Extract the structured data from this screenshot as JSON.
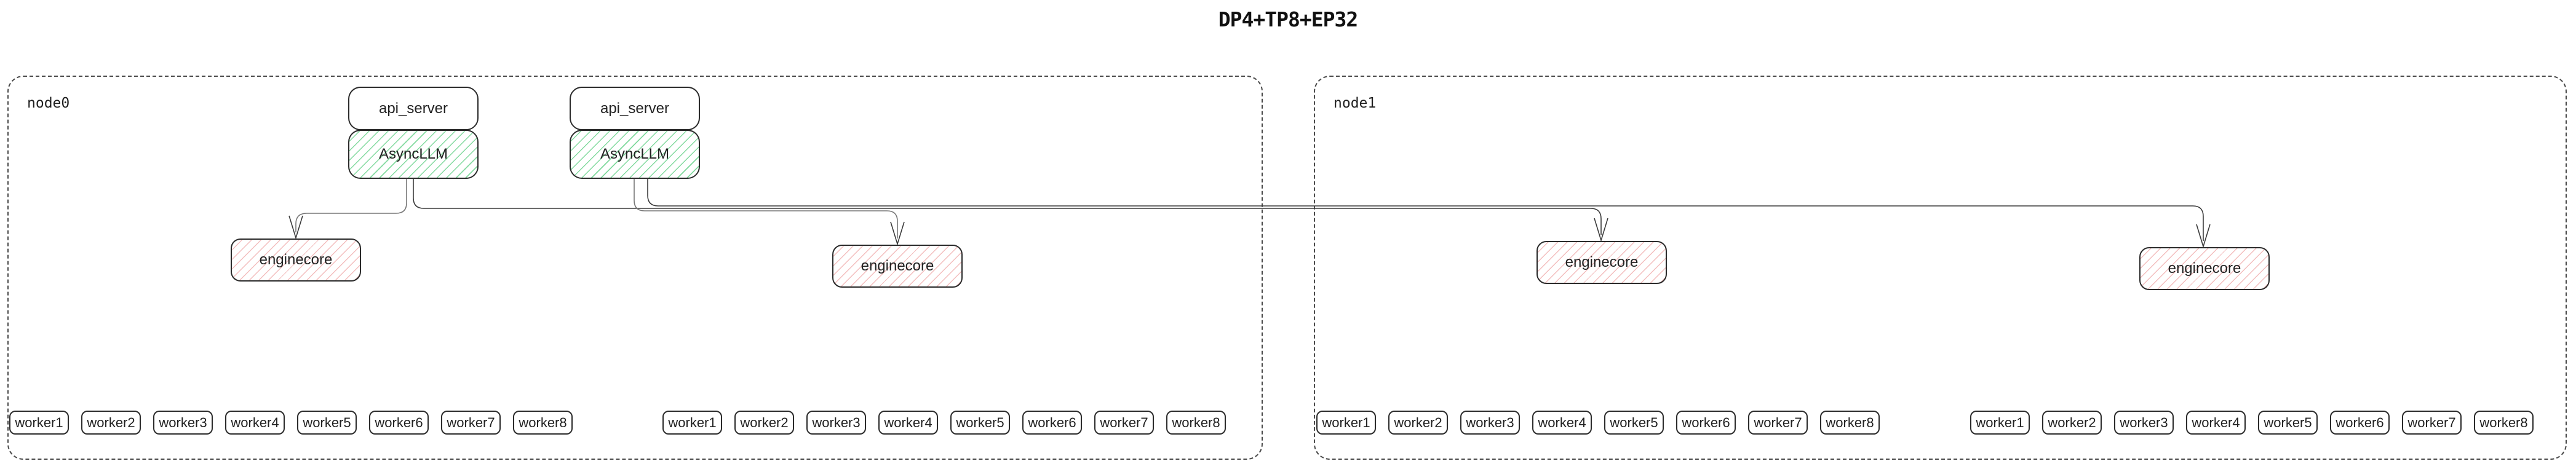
{
  "title": "DP4+TP8+EP32",
  "colors": {
    "background": "#ffffff",
    "box_border": "#2b2b2b",
    "node_border_dashed": "#4a4a4a",
    "asyncllm_hatch_green": "#7cd89a",
    "enginecore_hatch_red": "#f2b7b7",
    "connector_gray": "#777777",
    "connector_dark": "#3a3a3a",
    "text": "#1f1f1f"
  },
  "nodes": [
    {
      "label": "node0",
      "api_pairs": [
        {
          "api_server": "api_server",
          "async_llm": "AsyncLLM"
        },
        {
          "api_server": "api_server",
          "async_llm": "AsyncLLM"
        }
      ],
      "enginecores": [
        "enginecore",
        "enginecore"
      ],
      "worker_groups": [
        {
          "workers": [
            "worker1",
            "worker2",
            "worker3",
            "worker4",
            "worker5",
            "worker6",
            "worker7",
            "worker8"
          ]
        },
        {
          "workers": [
            "worker1",
            "worker2",
            "worker3",
            "worker4",
            "worker5",
            "worker6",
            "worker7",
            "worker8"
          ]
        }
      ]
    },
    {
      "label": "node1",
      "api_pairs": [],
      "enginecores": [
        "enginecore",
        "enginecore"
      ],
      "worker_groups": [
        {
          "workers": [
            "worker1",
            "worker2",
            "worker3",
            "worker4",
            "worker5",
            "worker6",
            "worker7",
            "worker8"
          ]
        },
        {
          "workers": [
            "worker1",
            "worker2",
            "worker3",
            "worker4",
            "worker5",
            "worker6",
            "worker7",
            "worker8"
          ]
        }
      ]
    }
  ]
}
